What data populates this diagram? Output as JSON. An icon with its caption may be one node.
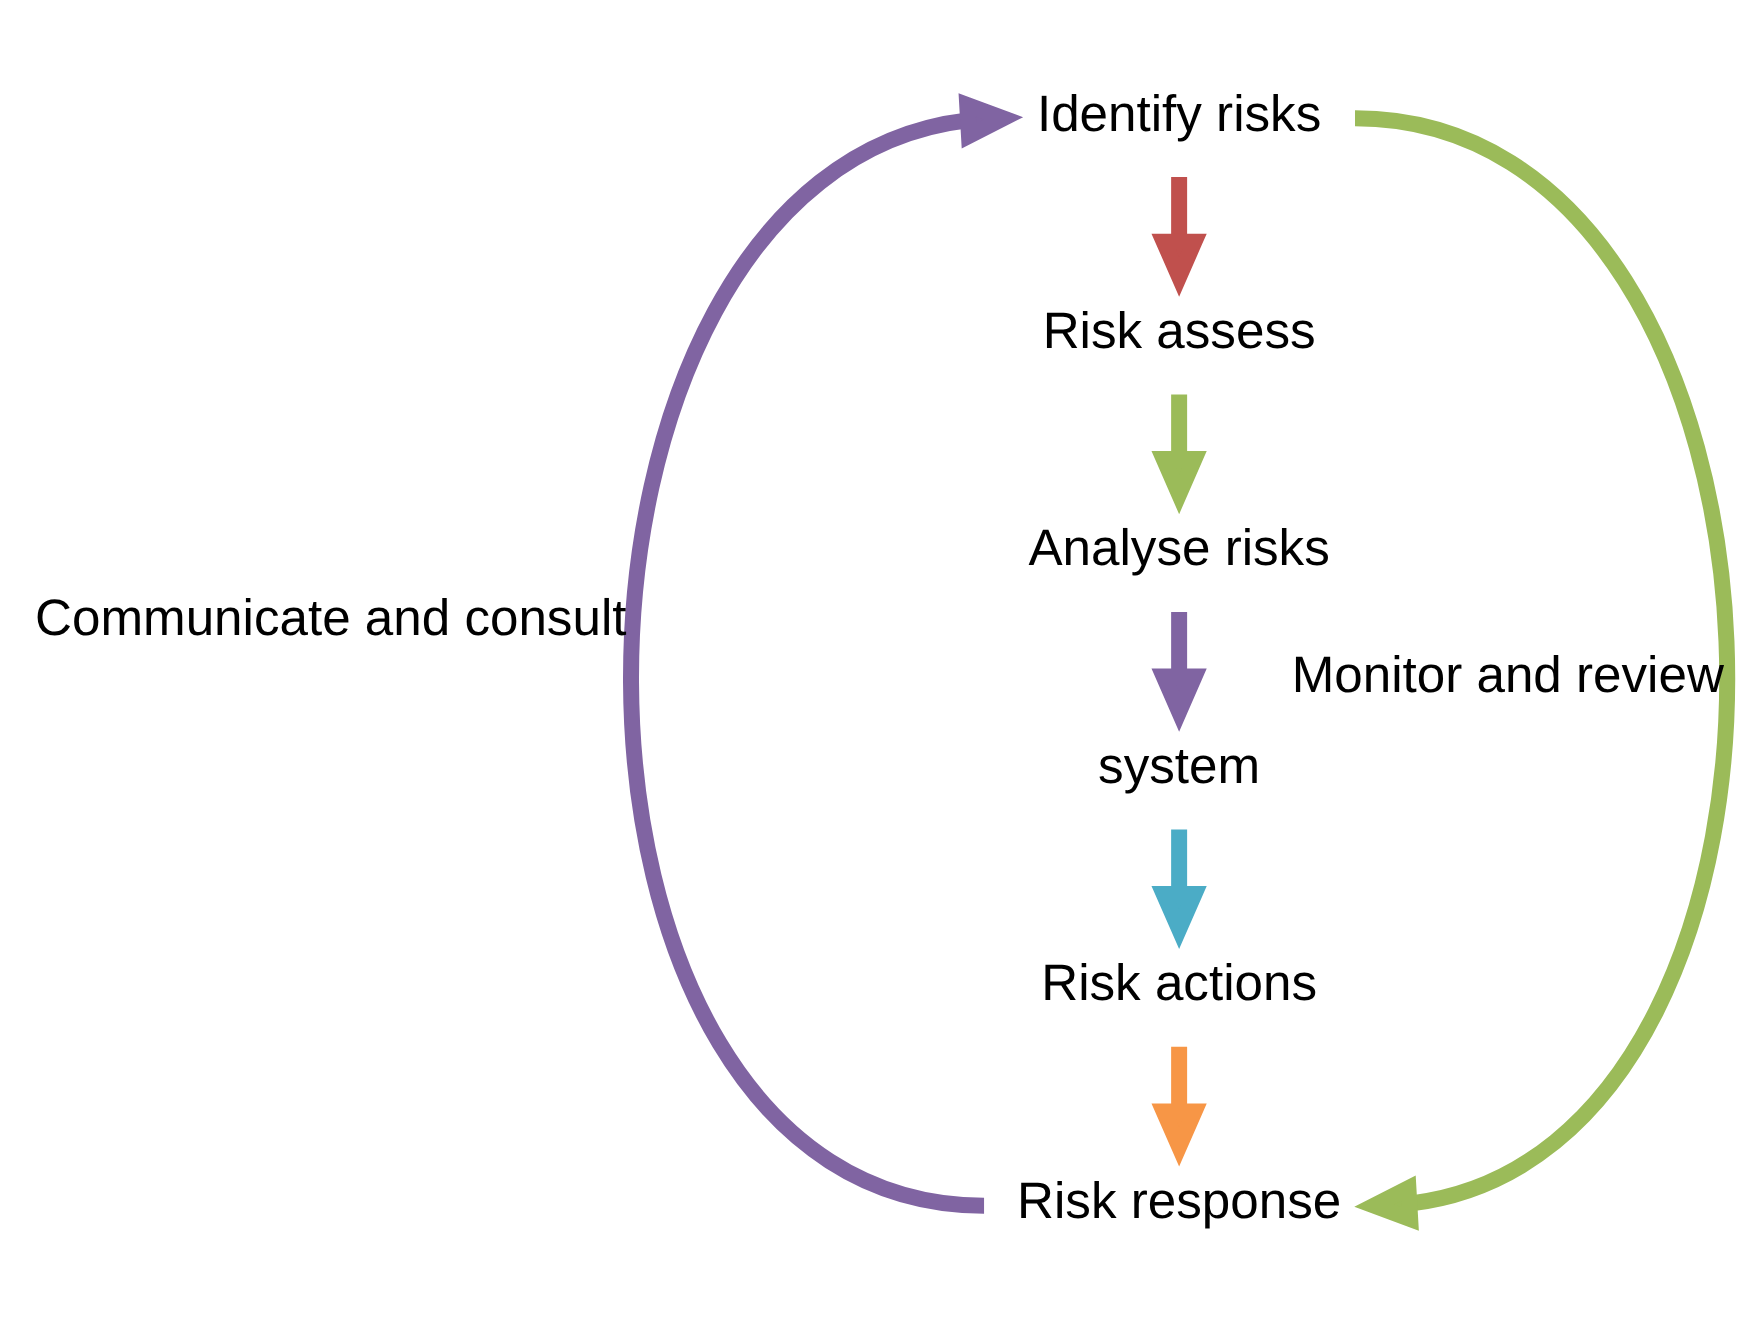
{
  "diagram": {
    "nodes": [
      {
        "text": [
          "Identify risks"
        ]
      },
      {
        "text": [
          "Risk assess"
        ]
      },
      {
        "text": [
          "Analyse risks"
        ]
      },
      {
        "text": [
          "system"
        ]
      },
      {
        "text": [
          "Risk actions"
        ]
      },
      {
        "text": [
          "Risk response"
        ]
      }
    ],
    "edges": [
      {
        "from": 0,
        "to": 1,
        "arrow": "to",
        "color": "#c0504d"
      },
      {
        "from": 1,
        "to": 2,
        "arrow": "to",
        "color": "#9bbb59"
      },
      {
        "from": 2,
        "to": 3,
        "arrow": "to",
        "color": "#8064a2"
      },
      {
        "from": 3,
        "to": 4,
        "arrow": "to",
        "color": "#4bacc6"
      },
      {
        "from": 4,
        "to": 5,
        "arrow": "to",
        "color": "#f79646"
      },
      {
        "from": 0,
        "to": 5,
        "arrow": "to",
        "color": "#9bbb59",
        "label": "Monitor and review"
      },
      {
        "from": 5,
        "to": 0,
        "arrow": "to",
        "color": "#8064a2",
        "label": "Communicate and consult"
      }
    ]
  }
}
